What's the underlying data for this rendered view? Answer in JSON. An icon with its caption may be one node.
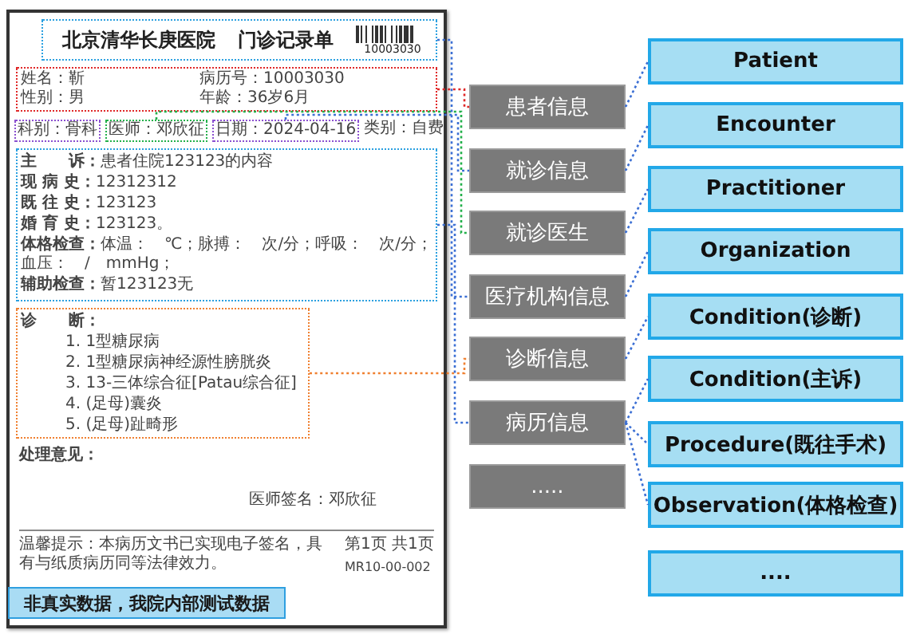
{
  "diagram": {
    "nodes": [
      {
        "text": [
          "类别：自费",
          "处理意见：",
          "医师签名：邓欣征",
          "温馨提示：本病历文书已实现电子签名，具有与纸质病历同等法律效力。",
          "第1页 共1页",
          "MR10-00-002"
        ]
      },
      {
        "text": [
          "北京清华长庚医院",
          "门诊记录单",
          "10003030"
        ],
        "in": 0
      },
      {
        "text": [
          "姓名：靳",
          "病历号：10003030",
          "性别：男",
          "年龄：36岁6月"
        ],
        "in": 0
      },
      {
        "text": [
          "科别：骨科"
        ],
        "in": 0
      },
      {
        "text": [
          "医师：邓欣征"
        ],
        "in": 0
      },
      {
        "text": [
          "日期：2024-04-16"
        ],
        "in": 0
      },
      {
        "text": [
          "**主　　诉：**患者住院123123的内容",
          "**现 病 史：**12312312",
          "**既 往 史：**123123",
          "**婚 育 史：**123123。",
          "**体格检查：**体温：　℃；脉搏：　次/分；呼吸：　次/分；血压：　/　mmHg；",
          "**辅助检查：**暂123123无"
        ],
        "in": 0
      },
      {
        "text": [
          "诊　　断：",
          "1. 1型糖尿病",
          "2. 1型糖尿病神经源性膀胱炎",
          "3. 13-三体综合征[Patau综合征]",
          "4. (足母)囊炎",
          "5. (足母)趾畸形"
        ],
        "in": 0
      },
      {
        "text": [
          "非真实数据，我院内部测试数据"
        ],
        "in": 0
      },
      {
        "text": [
          "患者信息"
        ]
      },
      {
        "text": [
          "就诊信息"
        ]
      },
      {
        "text": [
          "就诊医生"
        ]
      },
      {
        "text": [
          "医疗机构信息"
        ]
      },
      {
        "text": [
          "诊断信息"
        ]
      },
      {
        "text": [
          "病历信息"
        ]
      },
      {
        "text": [
          "....."
        ]
      },
      {
        "text": [
          "Patient"
        ]
      },
      {
        "text": [
          "Encounter"
        ]
      },
      {
        "text": [
          "Practitioner"
        ]
      },
      {
        "text": [
          "Organization"
        ]
      },
      {
        "text": [
          "Condition(诊断)"
        ]
      },
      {
        "text": [
          "Condition(主诉)"
        ]
      },
      {
        "text": [
          "Procedure(既往手术)"
        ]
      },
      {
        "text": [
          "Observation(体格检查)"
        ]
      },
      {
        "text": [
          "...."
        ]
      }
    ],
    "edges": [
      {
        "from": 2,
        "to": 9,
        "arrow": "none",
        "color": "#e02828"
      },
      {
        "from": 5,
        "to": 10,
        "arrow": "none"
      },
      {
        "from": 4,
        "to": 11,
        "arrow": "none",
        "color": "#22b04a"
      },
      {
        "from": 1,
        "to": 12,
        "arrow": "none"
      },
      {
        "from": 7,
        "to": 13,
        "arrow": "none",
        "color": "#f08030"
      },
      {
        "from": 6,
        "to": 14,
        "arrow": "none"
      },
      {
        "from": 9,
        "to": 16,
        "arrow": "none"
      },
      {
        "from": 10,
        "to": 17,
        "arrow": "none"
      },
      {
        "from": 11,
        "to": 18,
        "arrow": "none"
      },
      {
        "from": 12,
        "to": 19,
        "arrow": "none"
      },
      {
        "from": 13,
        "to": 20,
        "arrow": "none"
      },
      {
        "from": 14,
        "to": 21,
        "arrow": "none"
      },
      {
        "from": 14,
        "to": 22,
        "arrow": "none"
      },
      {
        "from": 14,
        "to": 23,
        "arrow": "none"
      }
    ]
  }
}
